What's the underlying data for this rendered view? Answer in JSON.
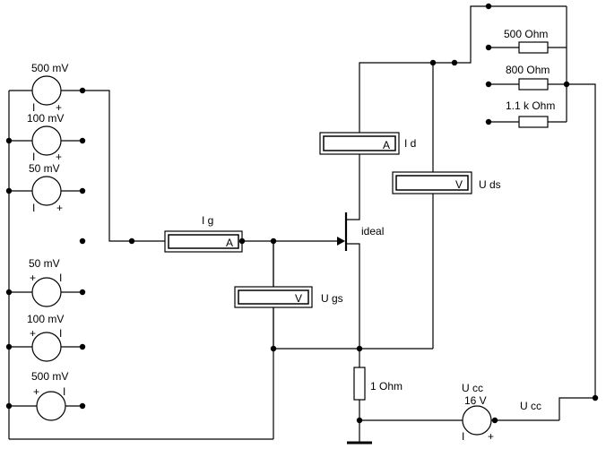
{
  "colors": {
    "wire": "#000000",
    "background": "#ffffff"
  },
  "sources": {
    "s1": {
      "value": "500 mV",
      "left_sign": "I",
      "right_sign": "+"
    },
    "s2": {
      "value": "100 mV",
      "left_sign": "I",
      "right_sign": "+"
    },
    "s3": {
      "value": "50 mV",
      "left_sign": "I",
      "right_sign": "+"
    },
    "s4": {
      "value": "50 mV",
      "left_sign": "+",
      "right_sign": "I"
    },
    "s5": {
      "value": "100 mV",
      "left_sign": "+",
      "right_sign": "I"
    },
    "s6": {
      "value": "500 mV",
      "left_sign": "+",
      "right_sign": "I"
    }
  },
  "meters": {
    "ig": {
      "label": "I g",
      "symbol": "A"
    },
    "id": {
      "label": "I d",
      "symbol": "A"
    },
    "ugs": {
      "label": "U gs",
      "symbol": "V"
    },
    "uds": {
      "label": "U ds",
      "symbol": "V"
    }
  },
  "transistor": {
    "label": "ideal"
  },
  "resistors": {
    "r1": "500  Ohm",
    "r2": "800  Ohm",
    "r3": "1.1 k Ohm",
    "rs": "1  Ohm"
  },
  "supply": {
    "name": "U cc",
    "value": "16 V",
    "left_sign": "I",
    "right_sign": "+",
    "node_label": "U cc"
  }
}
